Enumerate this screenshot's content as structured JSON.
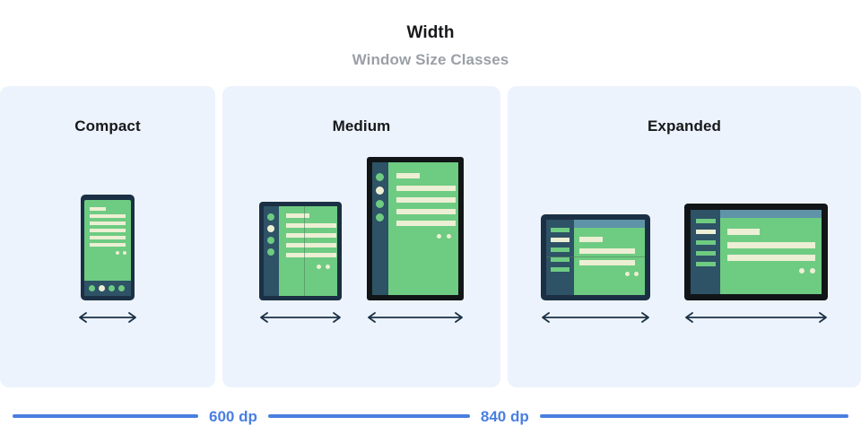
{
  "header": {
    "title": "Width",
    "subtitle": "Window Size Classes"
  },
  "panels": [
    {
      "key": "compact",
      "title": "Compact"
    },
    {
      "key": "medium",
      "title": "Medium"
    },
    {
      "key": "expanded",
      "title": "Expanded"
    }
  ],
  "devices": {
    "compact_phone": {
      "name": "phone-portrait",
      "arrow": "resize-arrow"
    },
    "medium_foldable": {
      "name": "foldable-portrait",
      "arrow": "resize-arrow"
    },
    "medium_tablet": {
      "name": "tablet-portrait",
      "arrow": "resize-arrow"
    },
    "expanded_foldable": {
      "name": "foldable-landscape",
      "arrow": "resize-arrow"
    },
    "expanded_tablet": {
      "name": "tablet-landscape",
      "arrow": "resize-arrow"
    }
  },
  "ruler": {
    "breakpoints": [
      {
        "label": "600 dp"
      },
      {
        "label": "840 dp"
      }
    ]
  },
  "colors": {
    "page_background": "#ffffff",
    "panel_background": "#ecf3fd",
    "title_text": "#17181a",
    "subtitle_text": "#9aa0a6",
    "device_frame_navy": "#1b3044",
    "device_frame_black": "#111517",
    "screen_green": "#6ecb82",
    "screen_cream": "#edefd4",
    "sidebar_slate": "#2e5266",
    "topbar_blue": "#5e93a8",
    "ruler_blue": "#4a7fe0",
    "arrow_navy": "#1b3044"
  }
}
